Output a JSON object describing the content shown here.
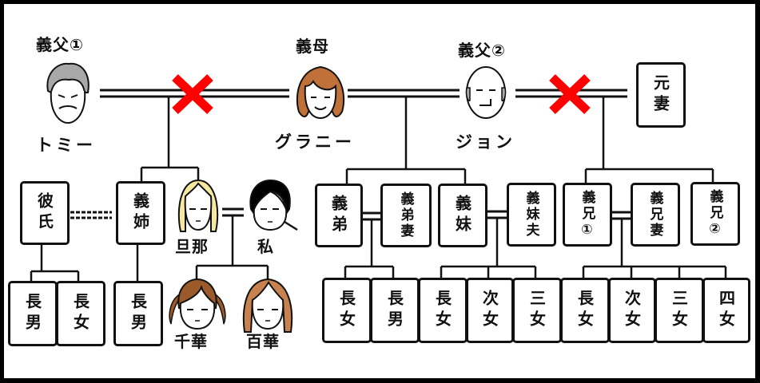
{
  "title": "家族相関図",
  "colors": {
    "divorce_mark": "#ff0000",
    "line": "#111111",
    "hair_gray": "#a8a8a8",
    "hair_brown": "#c0713a",
    "hair_blonde": "#f7e8a0",
    "hair_black": "#000000",
    "hair_chika": "#9a5a2a",
    "hair_momoka": "#c78250"
  },
  "top_generation": {
    "father_in_law_1": {
      "role": "義父①",
      "name": "トミー"
    },
    "mother_in_law": {
      "role": "義母",
      "name": "グラニー"
    },
    "father_in_law_2": {
      "role": "義父②",
      "name": "ジョン"
    },
    "ex_wife": {
      "label": "元妻"
    }
  },
  "second_generation": {
    "boyfriend": "彼氏",
    "sister_in_law_elder": "義姉",
    "husband": "旦那",
    "me": "私",
    "brother_in_law_younger": "義弟",
    "brother_in_law_younger_wife": "義弟妻",
    "sister_in_law_younger": "義妹",
    "sister_in_law_younger_husband": "義妹夫",
    "brother_in_law_elder_1": "義兄①",
    "brother_in_law_elder_wife": "義兄妻",
    "brother_in_law_elder_2": "義兄②"
  },
  "third_generation": {
    "boyfriend_children": [
      "長男",
      "長女"
    ],
    "elder_sister_children": [
      "長男"
    ],
    "my_children": [
      "千華",
      "百華"
    ],
    "younger_brother_children": [
      "長女",
      "長男"
    ],
    "younger_sister_children": [
      "長女",
      "次女",
      "三女"
    ],
    "elder_brother_1_children": [
      "長女",
      "次女",
      "三女",
      "四女"
    ]
  }
}
